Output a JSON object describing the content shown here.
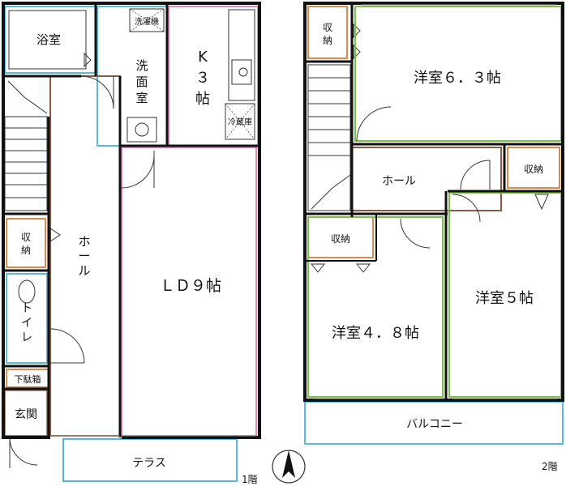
{
  "floor1": {
    "caption": "1階",
    "rooms": {
      "bath": "浴室",
      "washer": "洗濯機",
      "washroom": "洗面室",
      "kitchen": "K３帖",
      "fridge": "冷蔵庫",
      "ld": "ＬＤ９帖",
      "hall": "ホール",
      "closet": "収納",
      "toilet": "トイレ",
      "shoebox": "下駄箱",
      "entrance": "玄関",
      "terrace": "テラス"
    }
  },
  "floor2": {
    "caption": "2階",
    "rooms": {
      "closet_a": "収納",
      "western_63": "洋室６．３帖",
      "hall": "ホール",
      "closet_b": "収納",
      "closet_c": "収納",
      "western_48": "洋室４．８帖",
      "western_5": "洋室５帖",
      "balcony": "バルコニー"
    }
  },
  "compass_icon": "north-arrow-icon",
  "colors": {
    "wall": "#111111",
    "wet_area": "#5bb8d8",
    "kitchen": "#e08ab8",
    "storage": "#d88a50",
    "western_room": "#7cc04a",
    "hall": "#8a5a44"
  }
}
